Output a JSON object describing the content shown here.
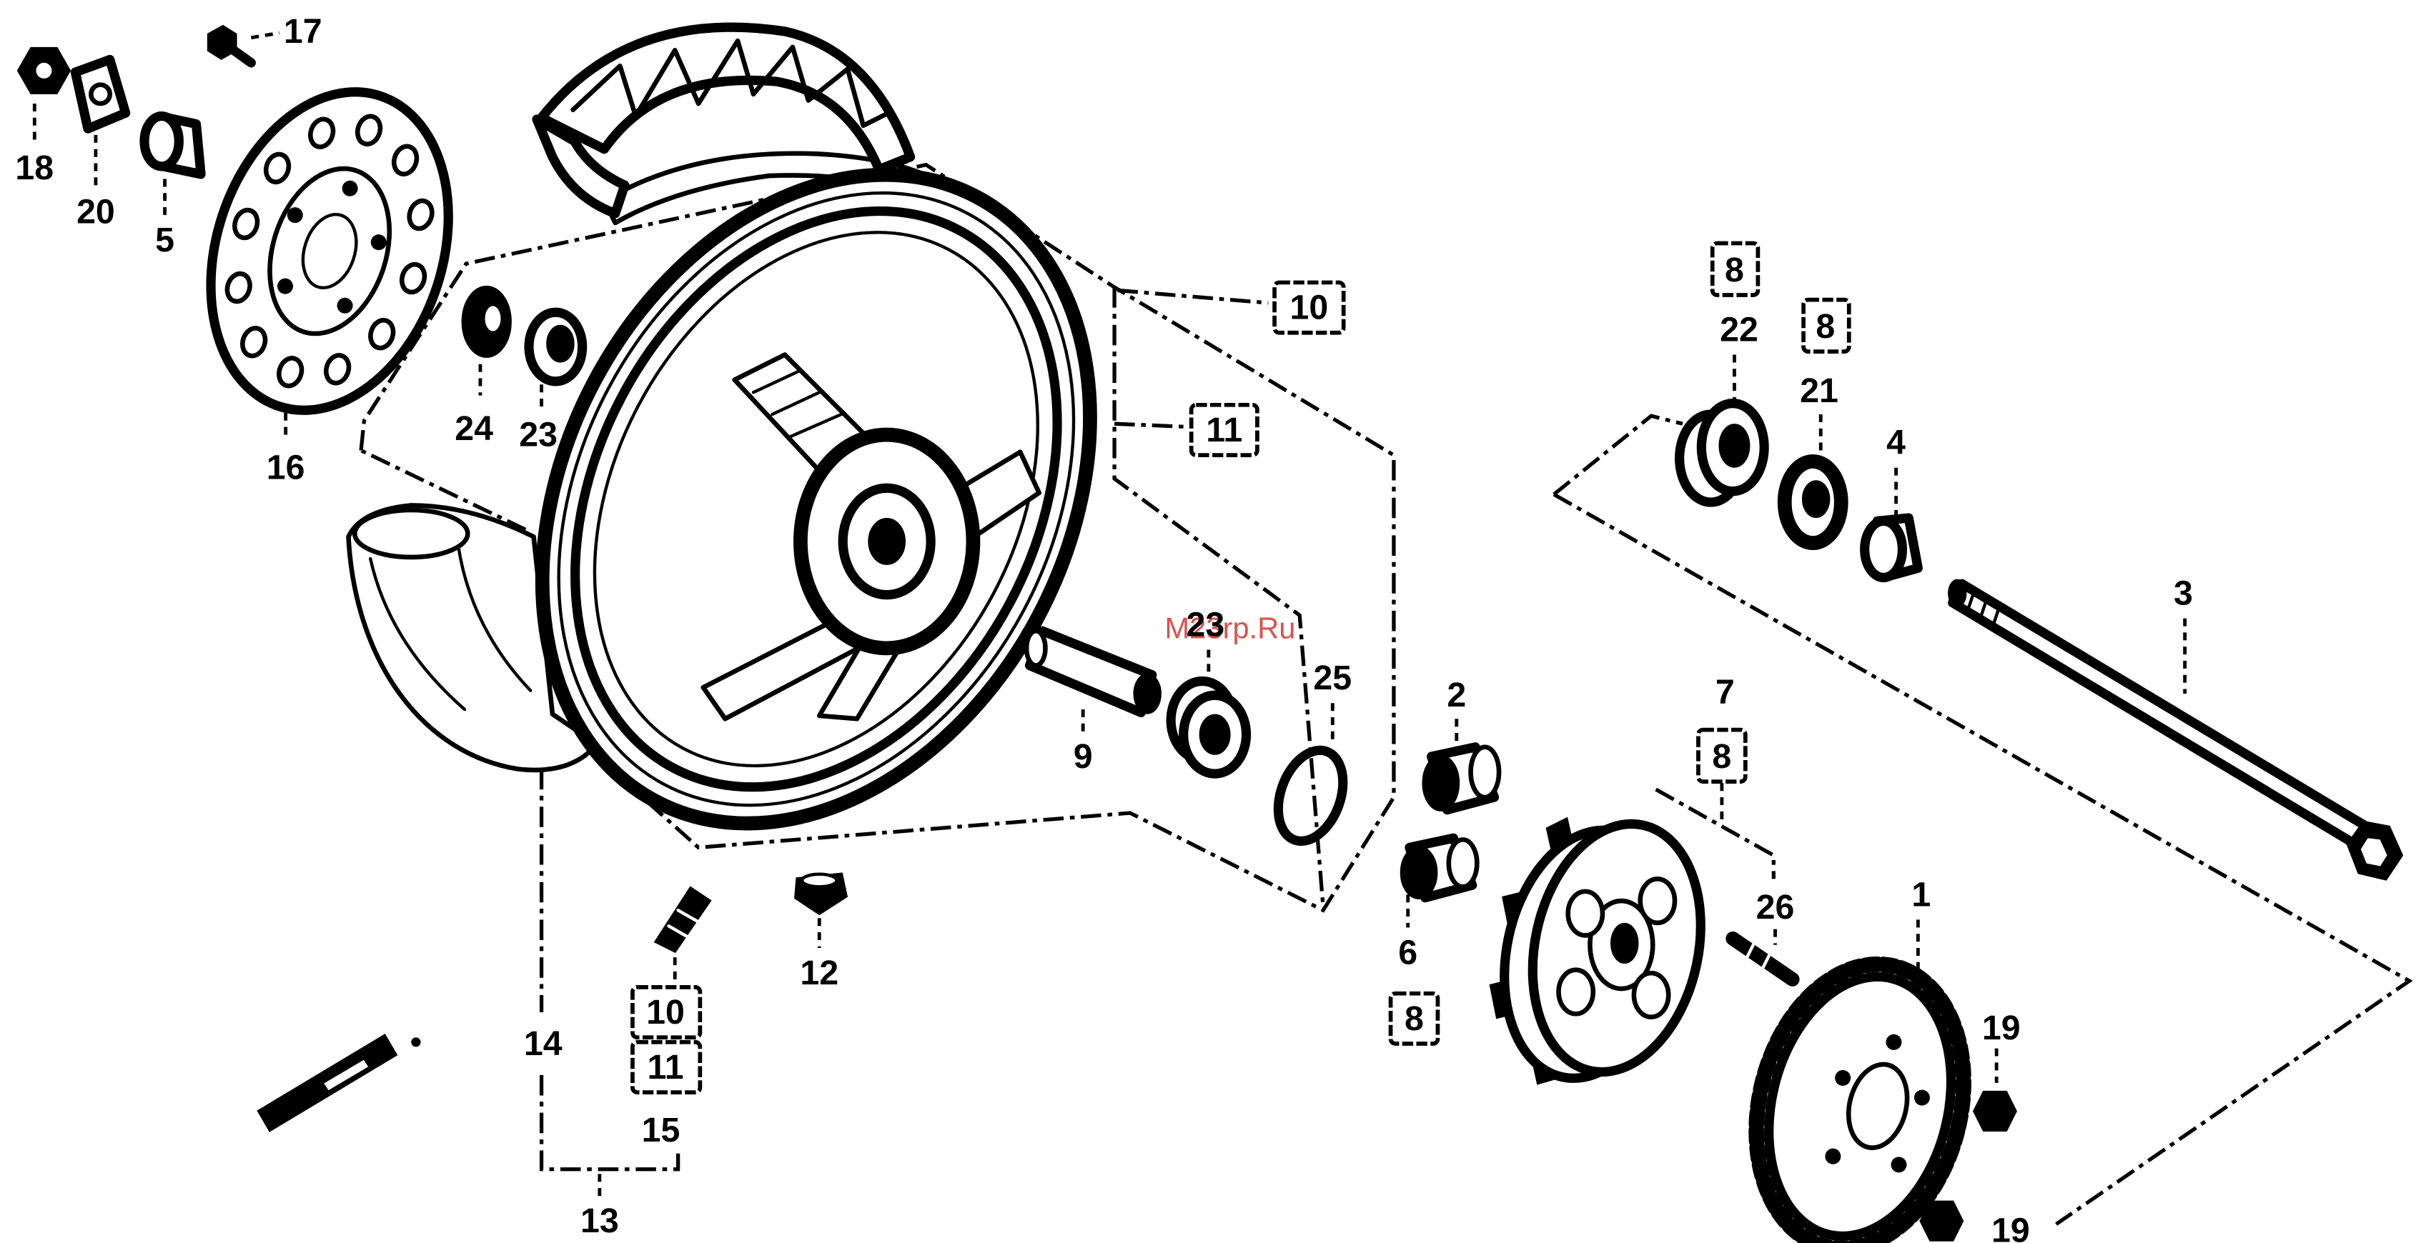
{
  "figure": {
    "watermark": "M23rp.Ru",
    "colors": {
      "background": "#ffffff",
      "ink": "#000000",
      "watermark": "#d9534f"
    },
    "callouts": [
      "17",
      "18",
      "20",
      "5",
      "16",
      "24",
      "23",
      "23",
      "25",
      "9",
      "12",
      "15",
      "14",
      "13",
      "2",
      "6",
      "7",
      "26",
      "1",
      "19",
      "19",
      "3",
      "4",
      "21",
      "22"
    ],
    "boxed_callouts": [
      "10",
      "11",
      "10",
      "11",
      "8",
      "8",
      "8",
      "8"
    ]
  }
}
